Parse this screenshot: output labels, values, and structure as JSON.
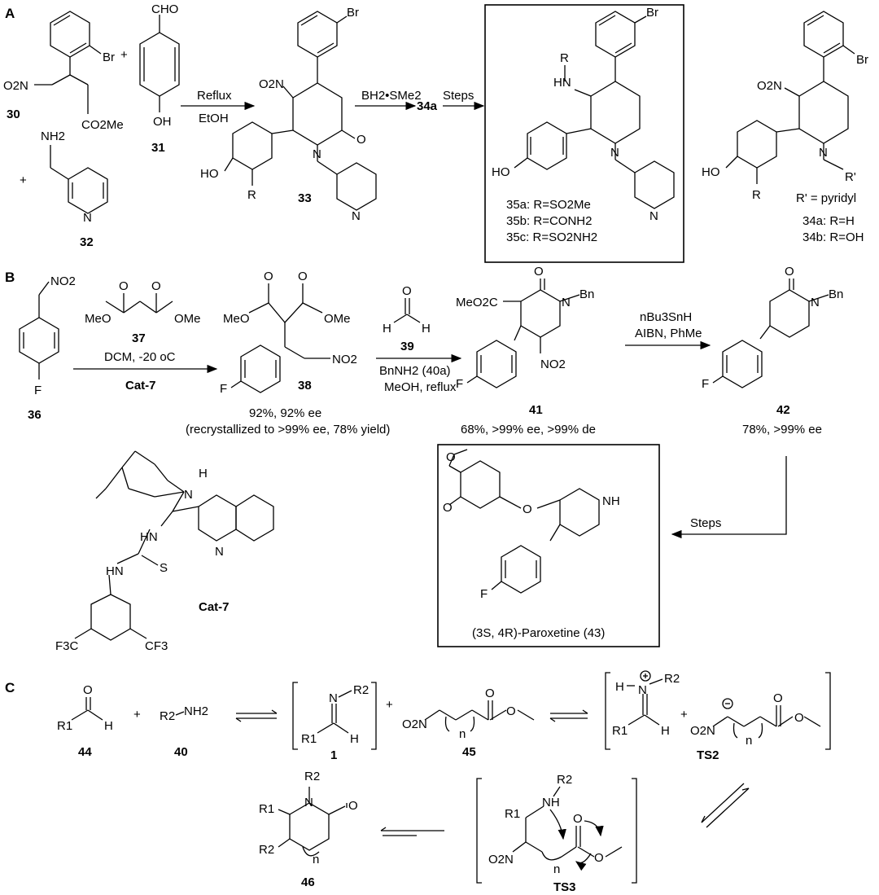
{
  "sections": [
    "A",
    "B",
    "C"
  ],
  "section_a": {
    "labels": {
      "c30": "30",
      "c31": "31",
      "c32": "32",
      "c33": "33",
      "c34a_arrow": "34a",
      "sub_br": "Br",
      "sub_no2": "O2N",
      "sub_co2me": "CO2Me",
      "sub_cho": "CHO",
      "sub_oh": "OH",
      "sub_nh2": "NH2",
      "sub_n": "N",
      "sub_o": "O",
      "sub_ho": "HO",
      "sub_r": "R",
      "sub_hn": "HN",
      "sub_rp": "R'",
      "plus": "+"
    },
    "arrow1_top": "Reflux",
    "arrow1_bottom": "EtOH",
    "arrow2_top": "BH2•SMe2",
    "arrow3_top": "Steps",
    "box_35": [
      "35a: R=SO2Me",
      "35b: R=CONH2",
      "35c: R=SO2NH2"
    ],
    "c34_note": "R' = pyridyl",
    "c34_items": [
      "34a: R=H",
      "34b: R=OH"
    ]
  },
  "section_b": {
    "labels": {
      "c36": "36",
      "c37": "37",
      "c38": "38",
      "c39": "39",
      "c41": "41",
      "c42": "42",
      "cat": "Cat-7",
      "sub_f": "F",
      "sub_no2": "NO2",
      "sub_meo": "MeO",
      "sub_ome": "OMe",
      "sub_o": "O",
      "sub_h": "H",
      "sub_bn": "Bn",
      "sub_n": "N",
      "sub_nh": "NH",
      "sub_hn": "HN",
      "sub_s": "S",
      "sub_cf3": "CF3",
      "sub_f3c": "F3C",
      "sub_meo2c": "MeO2C"
    },
    "arrow1_top": "DCM, -20 oC",
    "arrow1_bottom": "Cat-7",
    "yield_38": "92%, 92% ee",
    "recryst_38": "(recrystallized to >99% ee, 78% yield)",
    "arrow2_bottom_1": "BnNH2 (40a)",
    "arrow2_bottom_2": "MeOH, reflux",
    "yield_41": "68%, >99% ee, >99% de",
    "arrow3_top_1": "nBu3SnH",
    "arrow3_top_2": "AIBN, PhMe",
    "yield_42": "78%, >99% ee",
    "steps": "Steps",
    "paroxetine": "(3S, 4R)-Paroxetine (43)"
  },
  "section_c": {
    "labels": {
      "c44": "44",
      "c40": "40",
      "c1": "1",
      "c45": "45",
      "ts2": "TS2",
      "ts3": "TS3",
      "c46": "46",
      "sub_o": "O",
      "sub_h": "H",
      "sub_r1": "R1",
      "sub_r2": "R2",
      "sub_nh2": "NH2",
      "sub_n": "N",
      "sub_o2n": "O2N",
      "sub_n_sub": "n",
      "sub_nh": "NH",
      "plus": "+"
    }
  }
}
